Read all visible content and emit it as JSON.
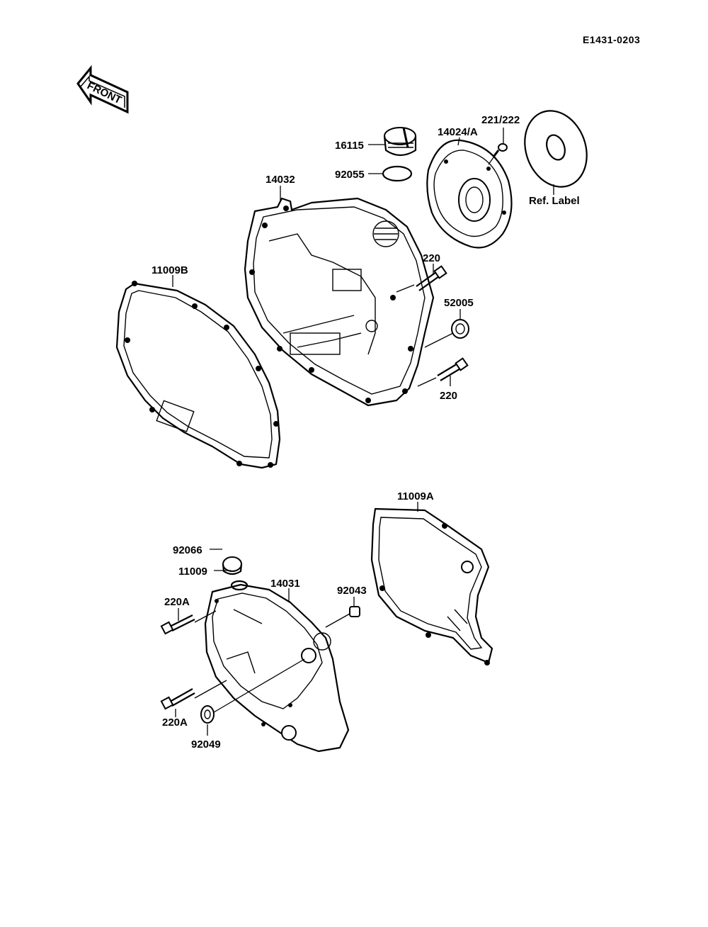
{
  "diagram_code": "E1431-0203",
  "front_label": "FRONT",
  "labels": {
    "p16115": "16115",
    "p14024a": "14024/A",
    "p221_222": "221/222",
    "p92055": "92055",
    "p14032": "14032",
    "ref_label": "Ref. Label",
    "p11009b": "11009B",
    "p220_top": "220",
    "p52005": "52005",
    "p220_bottom": "220",
    "p11009a": "11009A",
    "p92066": "92066",
    "p11009": "11009",
    "p14031": "14031",
    "p92043": "92043",
    "p220a_top": "220A",
    "p220a_bottom": "220A",
    "p92049": "92049"
  }
}
